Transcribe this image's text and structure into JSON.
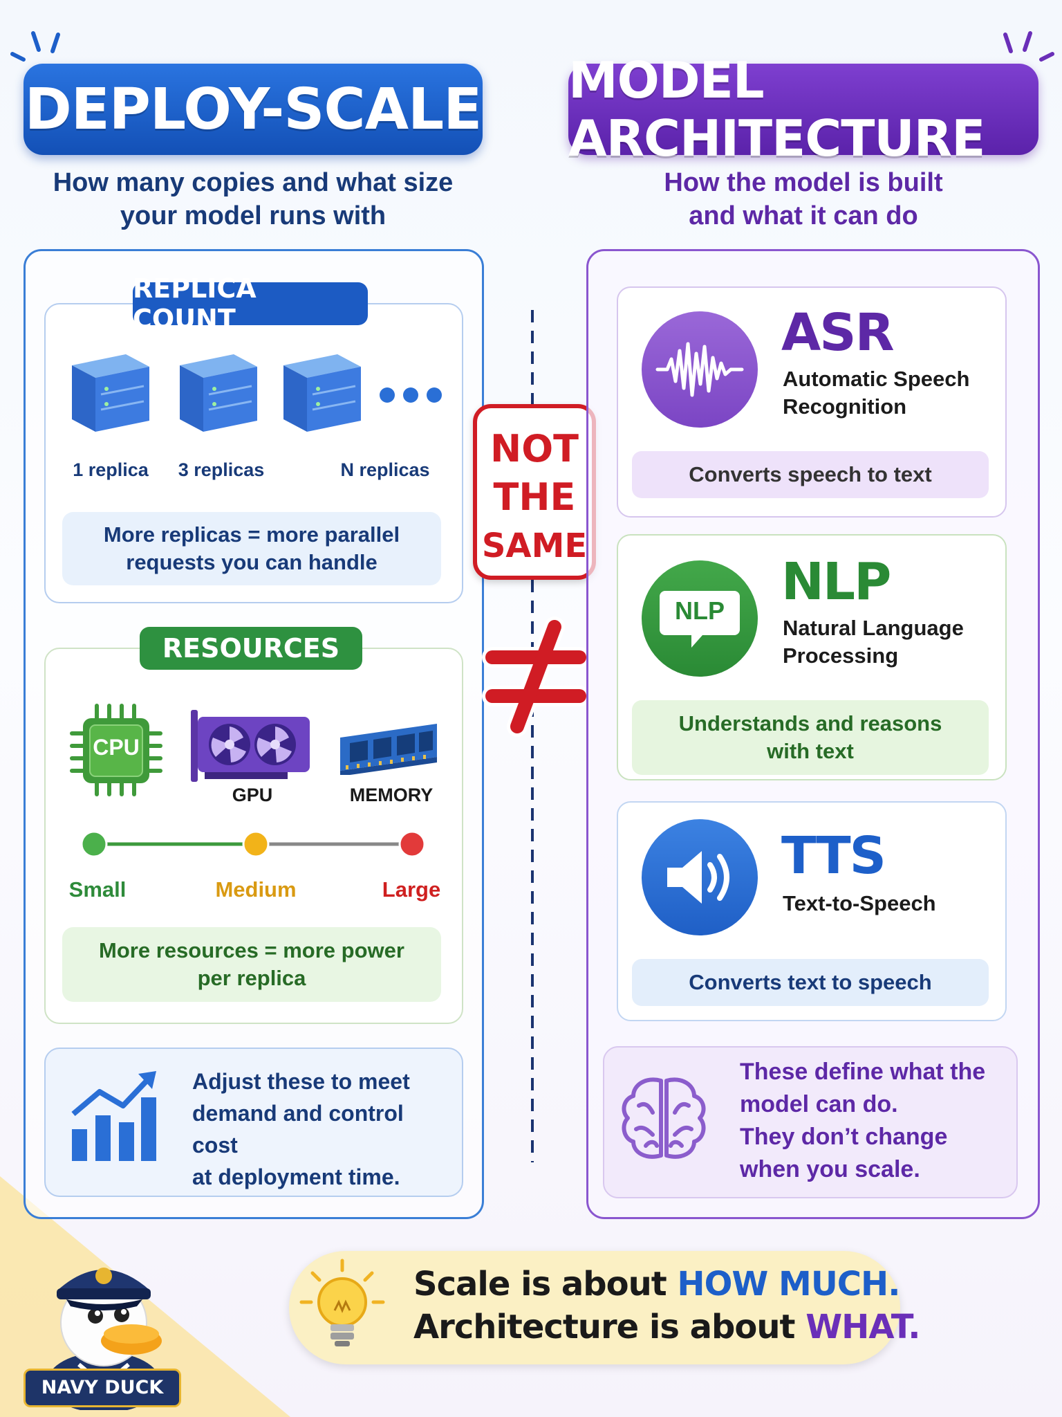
{
  "left": {
    "title": "DEPLOY-SCALE",
    "subtitle_line1": "How many copies and what size",
    "subtitle_line2": "your model runs with",
    "replica": {
      "label": "REPLICA COUNT",
      "items": [
        "1 replica",
        "3 replicas",
        "N replicas"
      ],
      "note_line1": "More replicas = more parallel",
      "note_line2": "requests you can handle"
    },
    "resources": {
      "label": "RESOURCES",
      "cpu_chip_text": "CPU",
      "gpu_label": "GPU",
      "memory_label": "MEMORY",
      "scale": [
        "Small",
        "Medium",
        "Large"
      ],
      "note_line1": "More resources = more power",
      "note_line2": "per replica"
    },
    "adjust_line1": "Adjust these to meet",
    "adjust_line2": "demand and control cost",
    "adjust_line3": "at deployment time."
  },
  "center": {
    "line1": "NOT",
    "line2": "THE",
    "line3": "SAME"
  },
  "right": {
    "title": "MODEL ARCHITECTURE",
    "subtitle_line1": "How the model is built",
    "subtitle_line2": "and what it can do",
    "asr": {
      "title": "ASR",
      "full_line1": "Automatic Speech",
      "full_line2": "Recognition",
      "note": "Converts speech to text"
    },
    "nlp": {
      "title": "NLP",
      "icon_text": "NLP",
      "full_line1": "Natural Language",
      "full_line2": "Processing",
      "note_line1": "Understands and reasons",
      "note_line2": "with text"
    },
    "tts": {
      "title": "TTS",
      "full_line1": "Text-to-Speech",
      "note": "Converts text to speech"
    },
    "define_line1": "These define what the",
    "define_line2": "model can do.",
    "define_line3": "They don’t change",
    "define_line4": "when you scale."
  },
  "footer": {
    "line1_prefix": "Scale is about ",
    "line1_emph": "HOW MUCH.",
    "line2_prefix": "Architecture is about ",
    "line2_emph": "WHAT."
  },
  "mascot": {
    "badge": "NAVY DUCK"
  },
  "colors": {
    "blue": "#1d5fc9",
    "purple": "#6a2fb8",
    "green": "#2e8b3a",
    "red": "#d01c24",
    "amber": "#e3a318"
  }
}
